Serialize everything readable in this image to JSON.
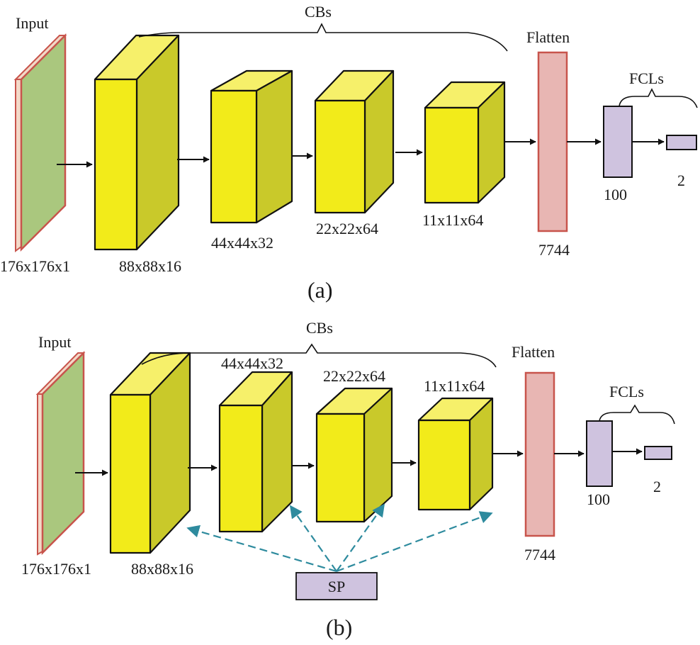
{
  "panel_a": {
    "caption": "(a)",
    "input_label": "Input",
    "input_dim": "176x176x1",
    "cbs_label": "CBs",
    "conv_dims": [
      "88x88x16",
      "44x44x32",
      "22x22x64",
      "11x11x64"
    ],
    "flatten_label": "Flatten",
    "flatten_dim": "7744",
    "fcls_label": "FCLs",
    "fc_dims": [
      "100",
      "2"
    ]
  },
  "panel_b": {
    "caption": "(b)",
    "input_label": "Input",
    "input_dim": "176x176x1",
    "cbs_label": "CBs",
    "conv_dims": [
      "88x88x16",
      "44x44x32",
      "22x22x64",
      "11x11x64"
    ],
    "flatten_label": "Flatten",
    "flatten_dim": "7744",
    "fcls_label": "FCLs",
    "fc_dims": [
      "100",
      "2"
    ],
    "sp_label": "SP"
  },
  "colors": {
    "block_front": "#F2EB1A",
    "block_top": "#F6F06A",
    "block_side": "#C9C92A",
    "input_face": "#AAC77E",
    "flatten_fill": "#E8B6B3",
    "fc_fill": "#CFC3DF",
    "sp_arrows": "#2E8B9E"
  }
}
